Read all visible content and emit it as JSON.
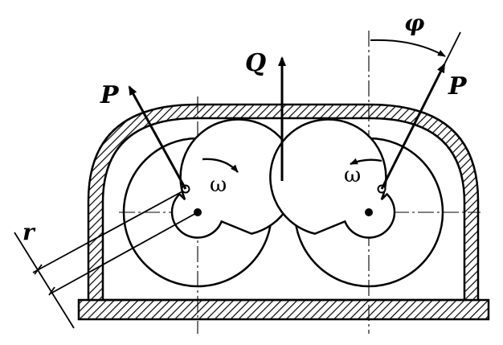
{
  "labels": {
    "force_p_left": "P",
    "force_p_right": "P",
    "force_q": "Q",
    "omega_left": "ω",
    "omega_right": "ω",
    "angle_phi": "φ",
    "radius_r": "r"
  },
  "colors": {
    "ink": "#000000",
    "paper": "#ffffff"
  }
}
